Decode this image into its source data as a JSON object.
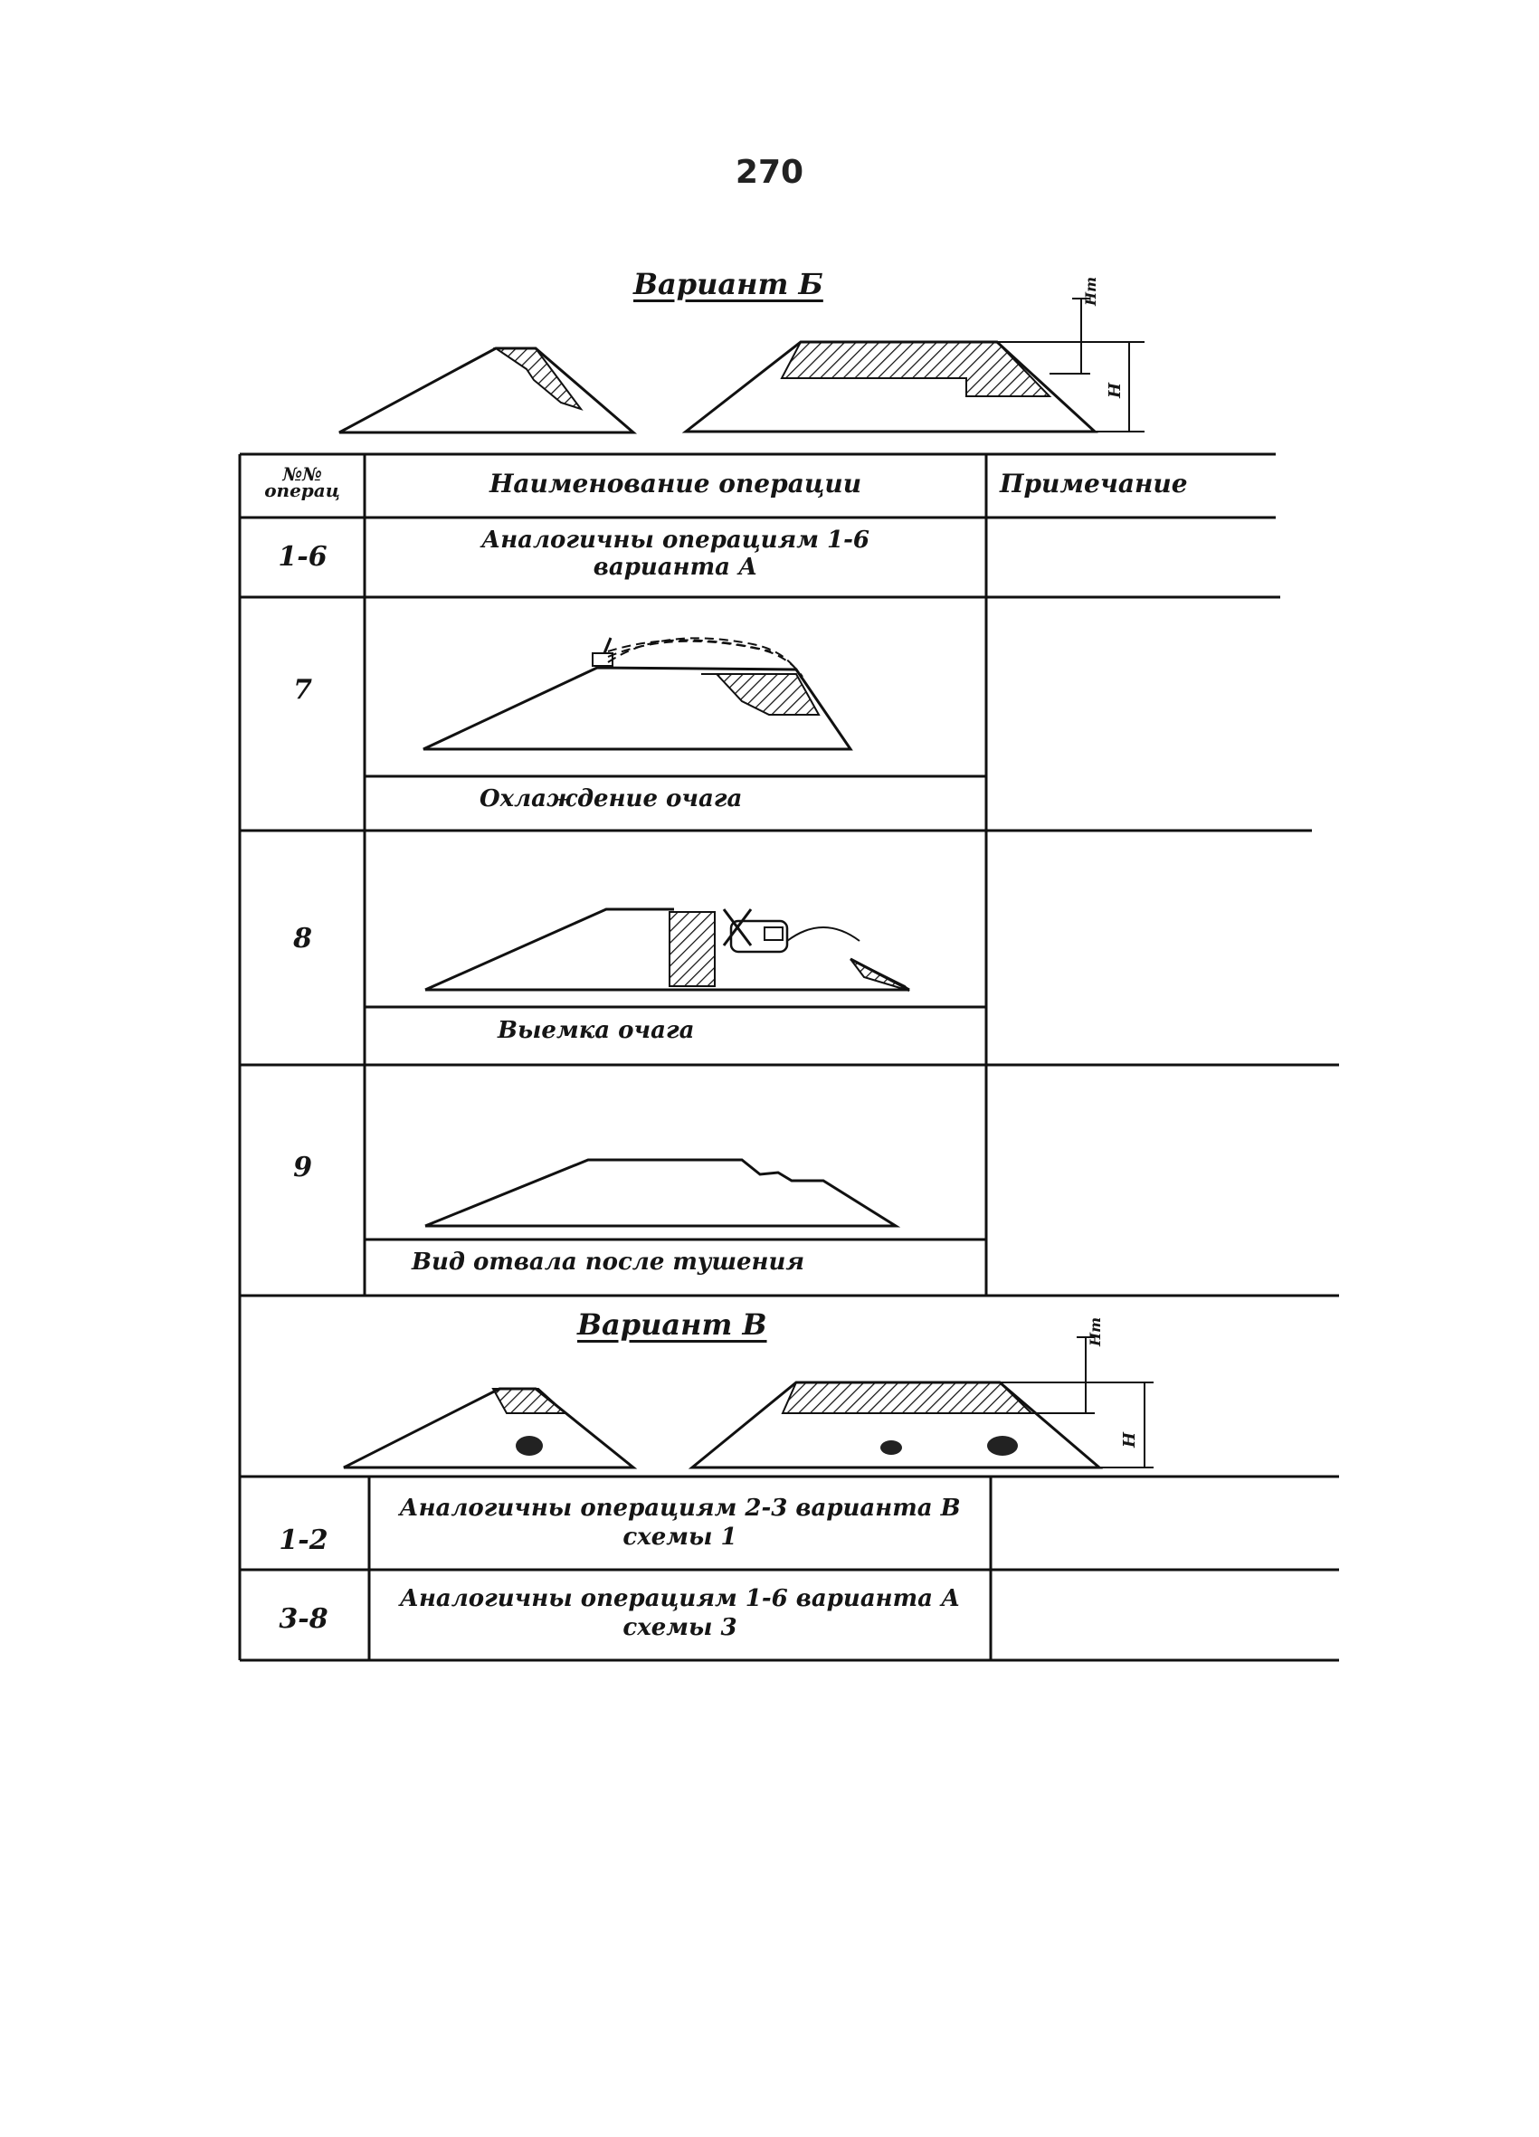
{
  "page": {
    "number": "270"
  },
  "variant_b": {
    "title": "Вариант Б",
    "dim_top": "Hm",
    "dim_h": "H"
  },
  "table": {
    "headers": {
      "num": "№№ операц",
      "name": "Наименование операции",
      "note": "Примечание"
    },
    "rows": [
      {
        "num": "1-6",
        "text_line1": "Аналогичны операциям 1-6",
        "text_line2": "варианта А"
      },
      {
        "num": "7",
        "caption": "Охлаждение очага"
      },
      {
        "num": "8",
        "caption": "Выемка очага"
      },
      {
        "num": "9",
        "caption": "Вид отвала после тушения"
      }
    ]
  },
  "variant_v": {
    "title": "Вариант В",
    "dim_top": "Hm",
    "dim_h": "H",
    "rows": [
      {
        "num": "1-2",
        "text_line1": "Аналогичны операциям 2-3 варианта В",
        "text_line2": "схемы 1"
      },
      {
        "num": "3-8",
        "text_line1": "Аналогичны операциям 1-6 варианта А",
        "text_line2": "схемы 3"
      }
    ]
  }
}
